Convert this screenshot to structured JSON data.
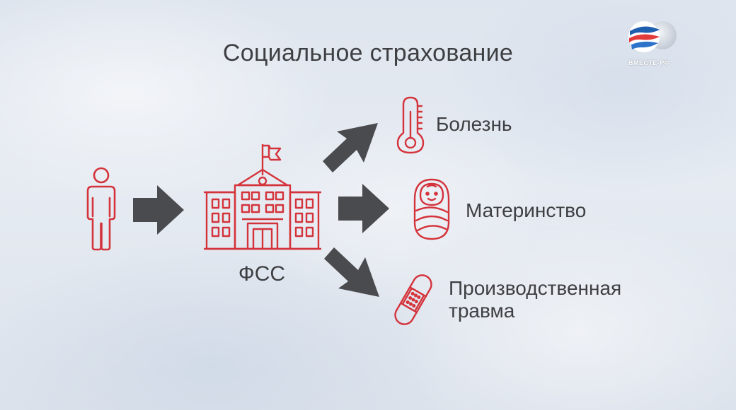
{
  "title": "Социальное страхование",
  "nodes": {
    "fss": "ФСС",
    "illness": "Болезнь",
    "maternity": "Материнство",
    "injury_line1": "Производственная",
    "injury_line2": "травма"
  },
  "logo": {
    "text": "ВМЕСТЕ-РФ"
  },
  "colors": {
    "icon_red": "#d4333b",
    "arrow_dark": "#4a4b4f",
    "text": "#3e3f42"
  }
}
